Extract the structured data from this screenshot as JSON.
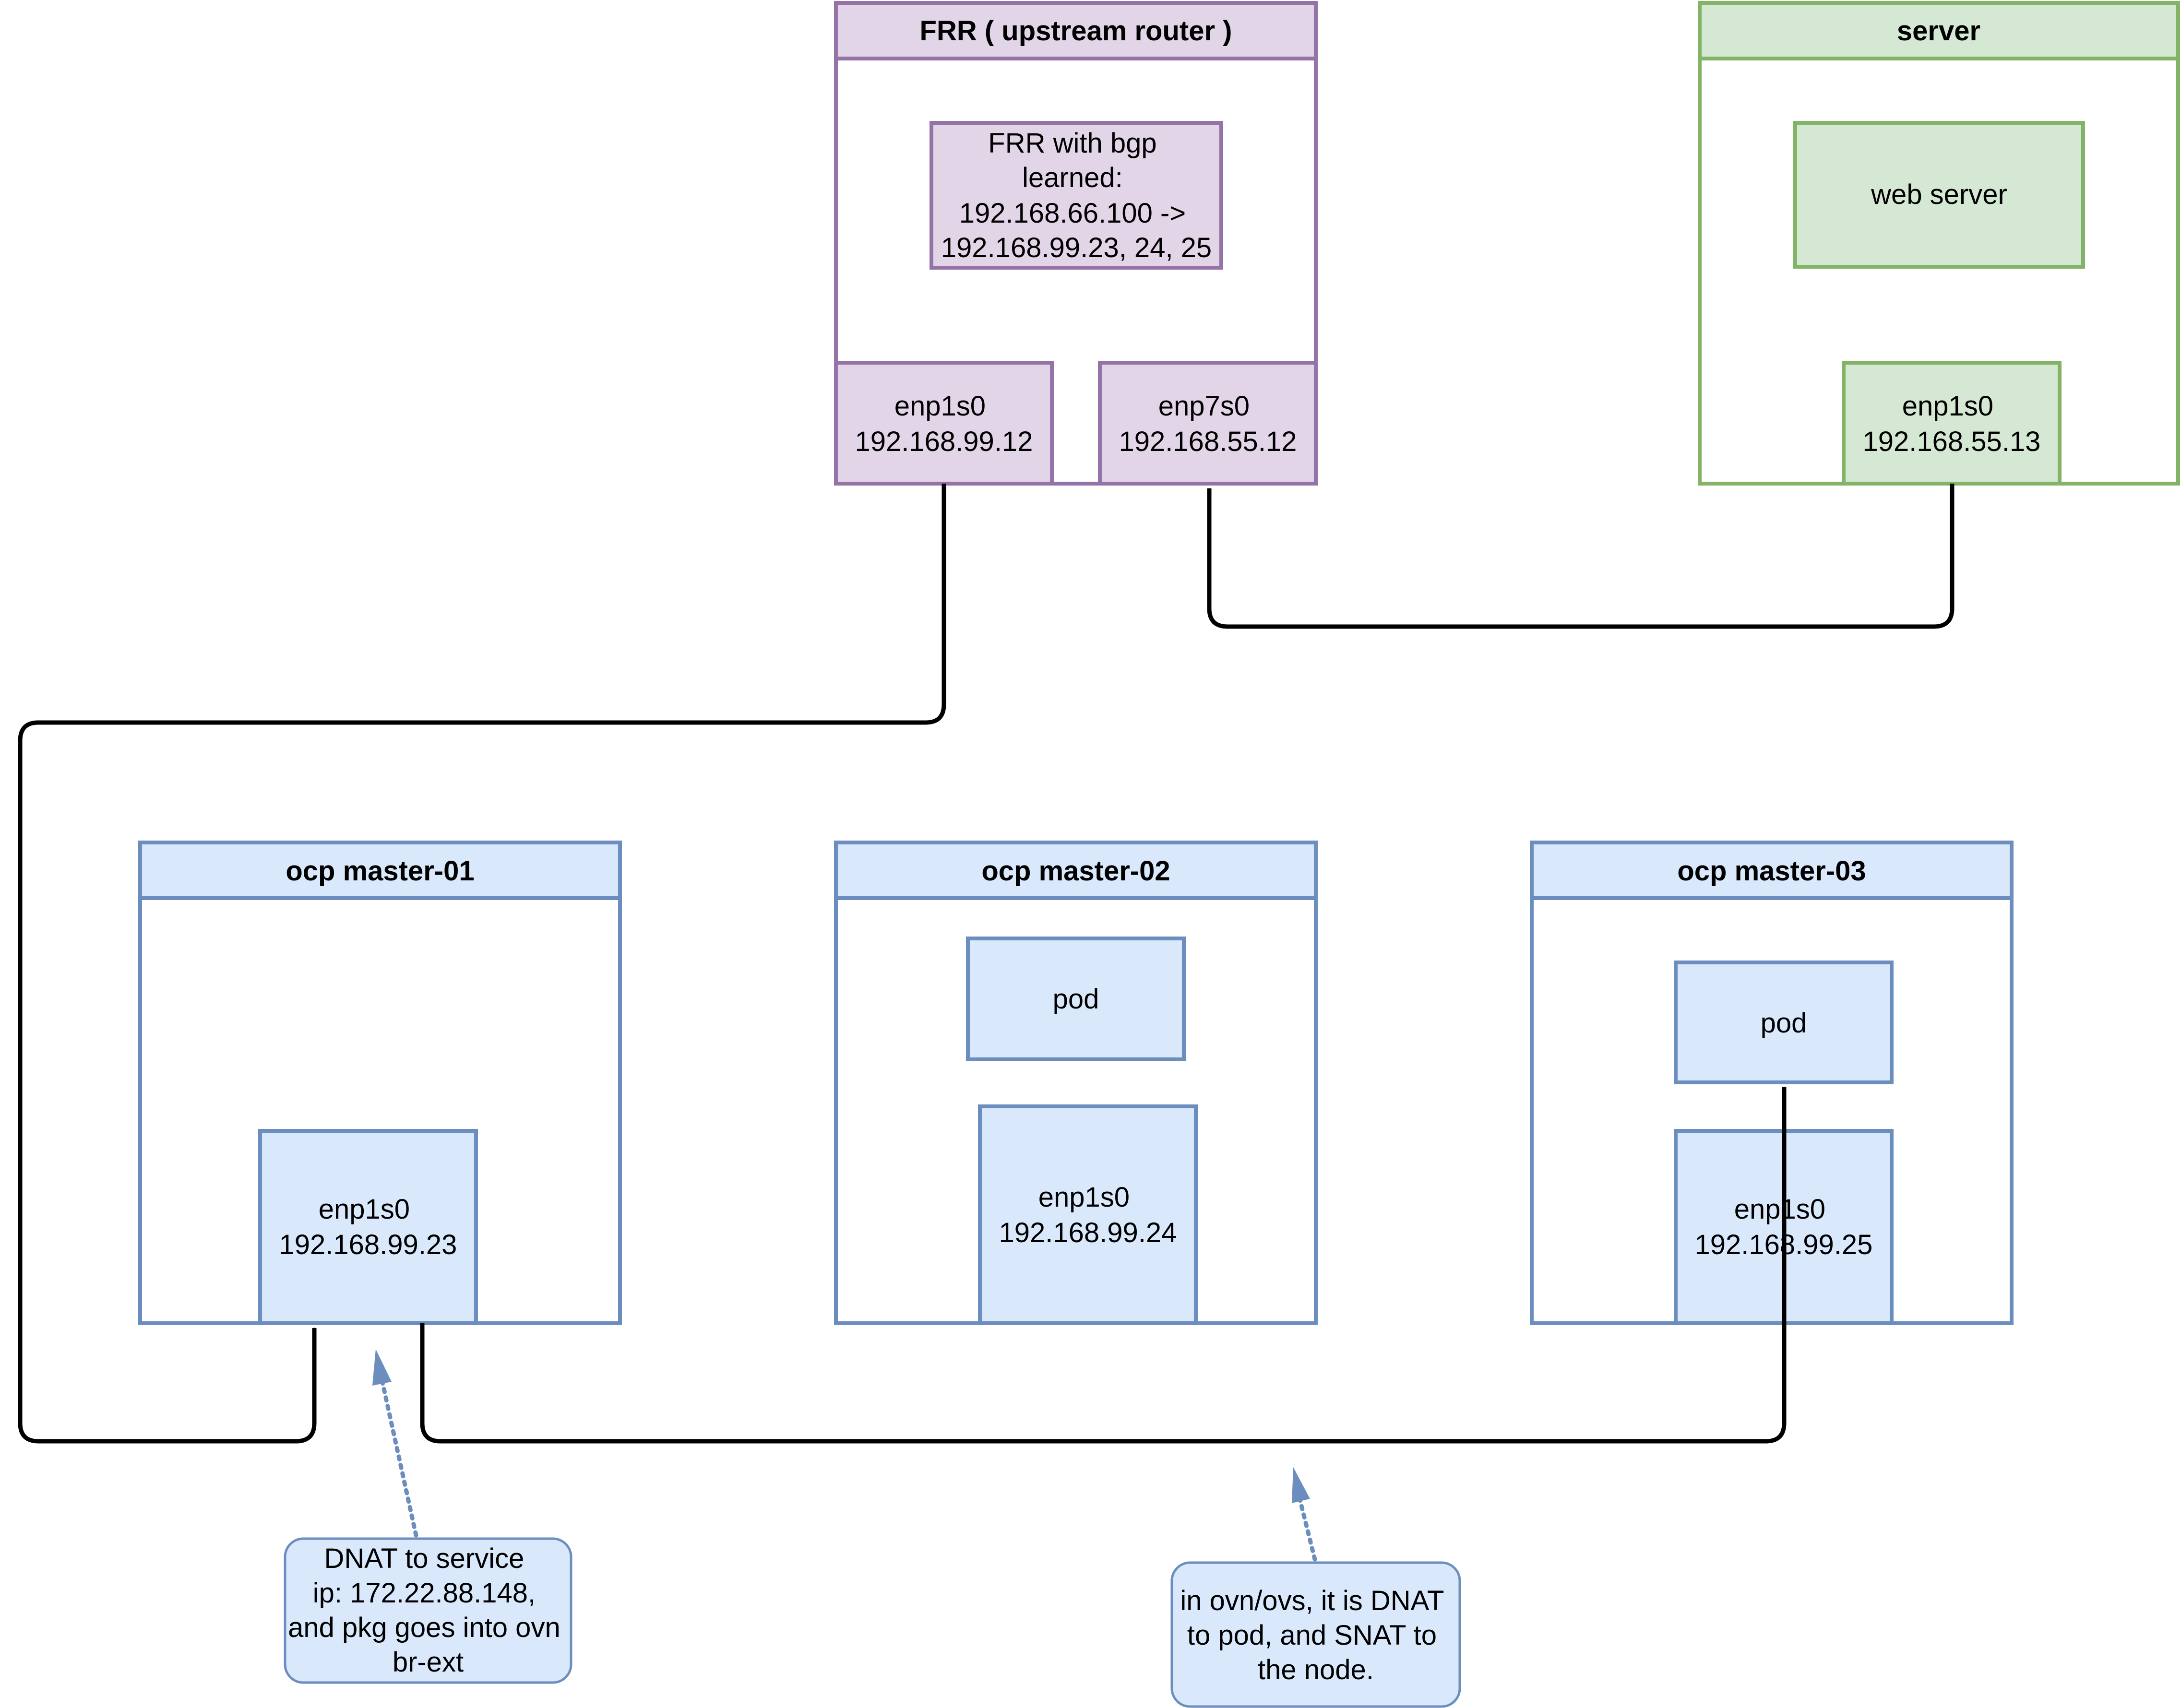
{
  "colors": {
    "purple_fill": "#e1d5e7",
    "purple_stroke": "#9673a6",
    "green_fill": "#d5e8d4",
    "green_stroke": "#82b366",
    "blue_fill": "#dae8fc",
    "blue_stroke": "#6c8ebf",
    "line": "#000000",
    "dotted": "#6c8ebf"
  },
  "frr": {
    "title": "FRR ( upstream router )",
    "bgp_box": [
      "FRR with bgp",
      "learned:",
      "192.168.66.100 ->",
      "192.168.99.23, 24, 25"
    ],
    "if1": [
      "enp1s0",
      "192.168.99.12"
    ],
    "if2": [
      "enp7s0",
      "192.168.55.12"
    ]
  },
  "server": {
    "title": "server",
    "app": "web server",
    "if1": [
      "enp1s0",
      "192.168.55.13"
    ]
  },
  "master01": {
    "title": "ocp master-01",
    "if1": [
      "enp1s0",
      "192.168.99.23"
    ]
  },
  "master02": {
    "title": "ocp master-02",
    "pod": "pod",
    "if1": [
      "enp1s0",
      "192.168.99.24"
    ]
  },
  "master03": {
    "title": "ocp master-03",
    "pod": "pod",
    "if1": [
      "enp1s0",
      "192.168.99.25"
    ]
  },
  "notes": {
    "dnat_service": [
      "DNAT to service",
      "ip: 172.22.88.148,",
      "and pkg goes into ovn",
      "br-ext"
    ],
    "ovn": [
      "in ovn/ovs, it is DNAT",
      "to pod, and SNAT to",
      "the node."
    ]
  }
}
